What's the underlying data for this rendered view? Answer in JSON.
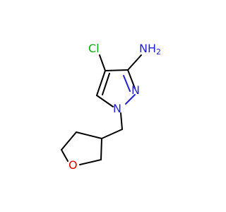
{
  "molecule": {
    "atoms": {
      "chlorine": {
        "label": "Cl",
        "color": "#11aa11"
      },
      "amine": {
        "label": "NH",
        "subscript": "2",
        "color": "#2222cc"
      },
      "ring_n1": {
        "label": "N",
        "color": "#2222cc"
      },
      "ring_n2": {
        "label": "N",
        "color": "#2222cc"
      },
      "oxygen": {
        "label": "O",
        "color": "#dd0000"
      }
    }
  }
}
